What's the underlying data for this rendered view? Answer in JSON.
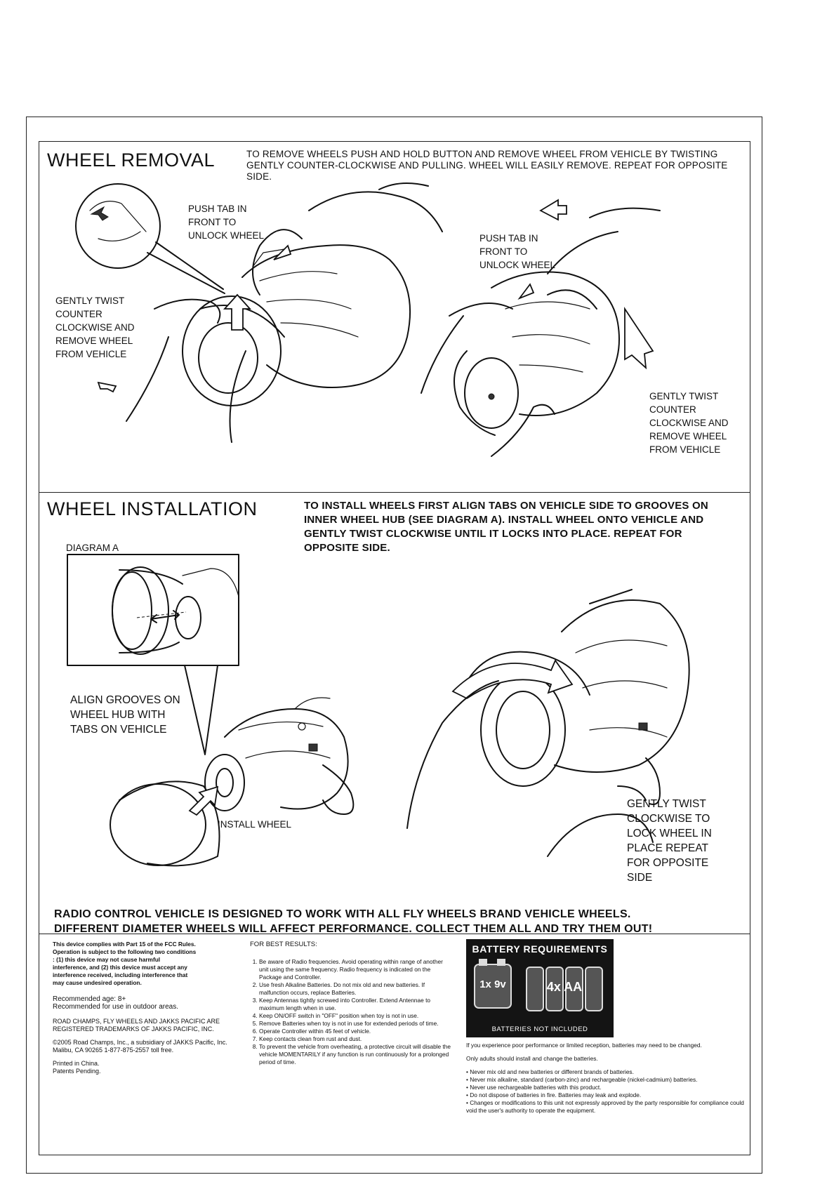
{
  "removal": {
    "title": "WHEEL REMOVAL",
    "instruction": "TO REMOVE WHEELS PUSH AND HOLD BUTTON AND REMOVE WHEEL FROM VEHICLE BY TWISTING GENTLY COUNTER-CLOCKWISE AND PULLING. WHEEL WILL EASILY REMOVE. REPEAT FOR OPPOSITE SIDE.",
    "left_push_tab": "PUSH TAB IN FRONT TO UNLOCK WHEEL",
    "left_twist": "GENTLY TWIST COUNTER CLOCKWISE AND REMOVE WHEEL FROM VEHICLE",
    "right_push_tab": "PUSH TAB IN FRONT TO UNLOCK WHEEL",
    "right_twist": "GENTLY TWIST COUNTER CLOCKWISE AND REMOVE WHEEL FROM VEHICLE"
  },
  "installation": {
    "title": "WHEEL INSTALLATION",
    "instruction": "TO INSTALL WHEELS FIRST ALIGN TABS ON VEHICLE SIDE TO GROOVES ON INNER WHEEL HUB (SEE DIAGRAM A). INSTALL WHEEL ONTO VEHICLE AND GENTLY TWIST CLOCKWISE UNTIL IT LOCKS INTO PLACE. REPEAT FOR OPPOSITE SIDE.",
    "diagram_label": "DIAGRAM A",
    "align_label": "ALIGN GROOVES ON WHEEL HUB WITH TABS ON VEHICLE",
    "install_label": "INSTALL WHEEL",
    "twist_label": "GENTLY TWIST CLOCKWISE TO LOCK WHEEL IN PLACE REPEAT FOR OPPOSITE SIDE"
  },
  "footer_notice": {
    "line1": "RADIO CONTROL VEHICLE IS DESIGNED TO WORK WITH ALL FLY WHEELS BRAND VEHICLE WHEELS.",
    "line2": "DIFFERENT DIAMETER WHEELS WILL AFFECT PERFORMANCE. COLLECT THEM ALL AND TRY THEM OUT!"
  },
  "fcc": {
    "text": "This device complies with Part 15 of the FCC Rules. Operation is subject to the following two conditions : (1) this device may not cause harmful interference, and (2) this device must accept any interference received, including interference that may cause undesired operation.",
    "age": "Recommended age: 8+",
    "outdoor": "Recommended for use in outdoor areas.",
    "trademark": "ROAD CHAMPS, FLY WHEELS AND JAKKS PACIFIC ARE REGISTERED TRADEMARKS OF JAKKS PACIFIC, INC.",
    "copyright": "©2005 Road Champs, Inc., a subsidiary of JAKKS Pacific, Inc. Malibu, CA 90265 1-877-875-2557 toll free.",
    "printed": "Printed in China.",
    "patents": "Patents Pending."
  },
  "best_results": {
    "heading": "FOR BEST RESULTS:",
    "items": [
      "Be aware of Radio frequencies. Avoid operating within range of another unit using the same frequency. Radio frequency is indicated on the Package and Controller.",
      "Use fresh Alkaline Batteries. Do not mix old and new batteries. If malfunction occurs, replace Batteries.",
      "Keep Antennas tightly screwed into Controller. Extend Antennae to maximum length when in use.",
      "Keep ON/OFF switch in \"OFF\" position when toy is not in use.",
      "Remove Batteries when toy is not in use for extended periods of time.",
      "Operate Controller within 45 feet of vehicle.",
      "Keep contacts clean from rust and dust.",
      "To prevent the vehicle from overheating, a protective circuit will disable the vehicle MOMENTARILY if any function is run continuously for a prolonged period of time."
    ]
  },
  "battery": {
    "title": "BATTERY REQUIREMENTS",
    "count_9v": "1x 9v",
    "count_aa": "4x AA",
    "not_included": "BATTERIES NOT INCLUDED",
    "note1": "If you experience poor performance or limited reception, batteries may need to be changed.",
    "note2": "Only adults should install and change the batteries.",
    "warnings": [
      "Never mix old and new batteries or different brands of batteries.",
      "Never mix alkaline, standard (carbon-zinc) and rechargeable (nickel-cadmium) batteries.",
      "Never use rechargeable batteries with this product.",
      "Do not dispose of batteries in fire. Batteries may leak and explode.",
      "Changes or modifications to this unit not expressly approved by the party responsible for compliance could void the user's authority to operate the equipment."
    ]
  }
}
